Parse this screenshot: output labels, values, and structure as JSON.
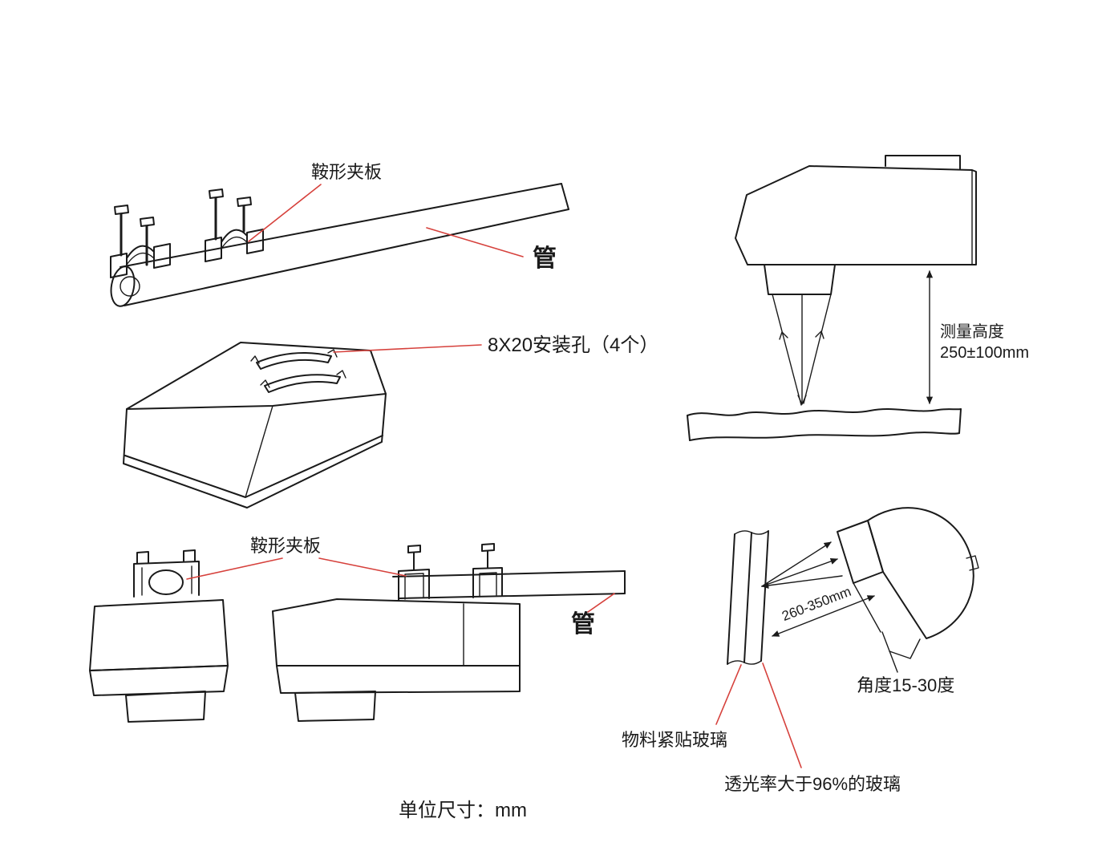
{
  "colors": {
    "line": "#1a1a1a",
    "leader": "#d6413c",
    "background": "#ffffff"
  },
  "labels": {
    "clamp_top": "鞍形夹板",
    "pipe_top": "管",
    "mounting_holes": "8X20安装孔（4个）",
    "measure_height_1": "测量高度",
    "measure_height_2": "250±100mm",
    "clamp_bottom": "鞍形夹板",
    "pipe_bottom": "管",
    "distance_range": "260-350mm",
    "angle_range": "角度15-30度",
    "material_note": "物料紧贴玻璃",
    "glass_note": "透光率大于96%的玻璃",
    "unit_note": "单位尺寸：mm"
  }
}
